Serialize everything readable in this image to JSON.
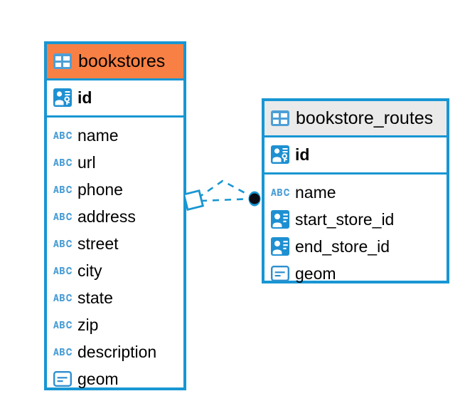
{
  "diagram": {
    "type": "entity-relationship-diagram",
    "background_color": "#FFFFFF",
    "accent_color": "#1896D3",
    "entities": [
      {
        "name": "bookstores",
        "header_color": "#F98044",
        "border_color": "#1896D3",
        "primary_key": {
          "label": "id",
          "icon": "primary-key-icon"
        },
        "fields": [
          {
            "label": "name",
            "icon": "text-type-icon"
          },
          {
            "label": "url",
            "icon": "text-type-icon"
          },
          {
            "label": "phone",
            "icon": "text-type-icon"
          },
          {
            "label": "address",
            "icon": "text-type-icon"
          },
          {
            "label": "street",
            "icon": "text-type-icon"
          },
          {
            "label": "city",
            "icon": "text-type-icon"
          },
          {
            "label": "state",
            "icon": "text-type-icon"
          },
          {
            "label": "zip",
            "icon": "text-type-icon"
          },
          {
            "label": "description",
            "icon": "text-type-icon"
          },
          {
            "label": "geom",
            "icon": "geometry-type-icon"
          }
        ]
      },
      {
        "name": "bookstore_routes",
        "header_color": "#EAEAEA",
        "border_color": "#1896D3",
        "primary_key": {
          "label": "id",
          "icon": "primary-key-icon"
        },
        "fields": [
          {
            "label": "name",
            "icon": "text-type-icon"
          },
          {
            "label": "start_store_id",
            "icon": "foreign-key-icon"
          },
          {
            "label": "end_store_id",
            "icon": "foreign-key-icon"
          },
          {
            "label": "geom",
            "icon": "geometry-type-icon"
          }
        ]
      }
    ],
    "relationship": {
      "from_entity": "bookstores",
      "to_entity": "bookstore_routes",
      "from_marker": "diamond-marker",
      "to_marker": "filled-circle-marker",
      "line_style": "dashed",
      "line_color": "#1896D3"
    }
  }
}
